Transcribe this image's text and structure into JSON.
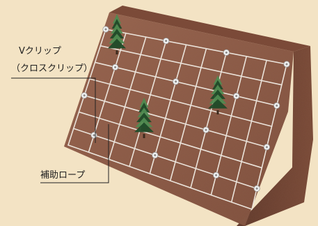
{
  "labels": {
    "clip_line1": "Vクリップ",
    "clip_line2": "（クロスクリップ）",
    "rope": "補助ロープ"
  },
  "colors": {
    "background": "#f3e3c4",
    "slope_face": "#8d5a45",
    "side_face": "#6b4030",
    "top_face": "#7e4c3a",
    "rope": "#ebe3da",
    "clip": "#f2f2f2",
    "tree_dark": "#1f4a28",
    "tree_light": "#4f8a50"
  },
  "icons": [
    "clip-node-icon",
    "tree-icon"
  ]
}
